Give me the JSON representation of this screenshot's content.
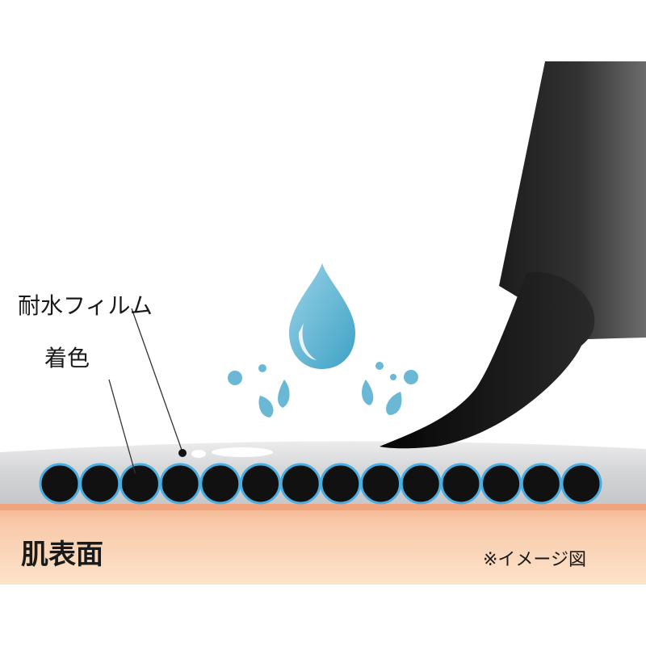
{
  "labels": {
    "waterproof_film": "耐水フィルム",
    "pigment": "着色",
    "skin_surface": "肌表面",
    "note": "※イメージ図"
  },
  "pigment_dot_count": 14,
  "colors": {
    "film_gray": "#d4d5d7",
    "pigment_black": "#111111",
    "pigment_ring": "#4aaee0",
    "water_blue": "#5fb4d3",
    "skin_band": "#f0ac88",
    "skin_base": "#fde0c6",
    "pen_body": "#2b2b2b",
    "pen_tip": "#111111"
  },
  "icons": [
    "water-drop-icon",
    "eyeliner-pen-icon"
  ]
}
